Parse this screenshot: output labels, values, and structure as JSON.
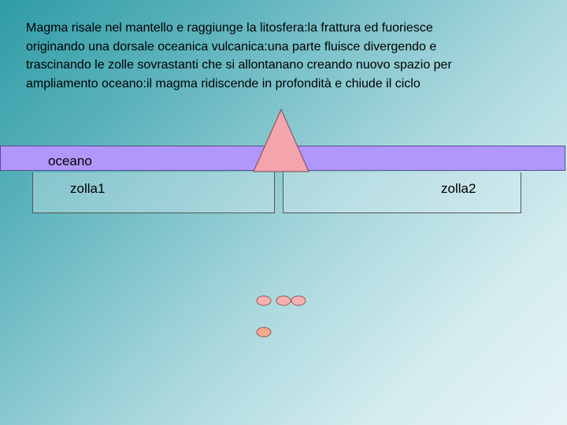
{
  "description": {
    "lines": [
      "Magma risale nel mantello e raggiunge la litosfera:la frattura ed fuoriesce",
      "originando una dorsale oceanica vulcanica:una parte fluisce divergendo e",
      "trascinando le zolle sovrastanti che si allontanano creando nuovo spazio per",
      "ampliamento oceano:il magma ridiscende in profondità e chiude il ciclo"
    ]
  },
  "labels": {
    "ocean": "oceano",
    "plate1": "zolla1",
    "plate2": "zolla2"
  },
  "colors": {
    "ocean": "#b197fc",
    "ridge": "#f4a4ad",
    "magma": "#f4b1b1",
    "magma_accent": "#f5a88c"
  }
}
